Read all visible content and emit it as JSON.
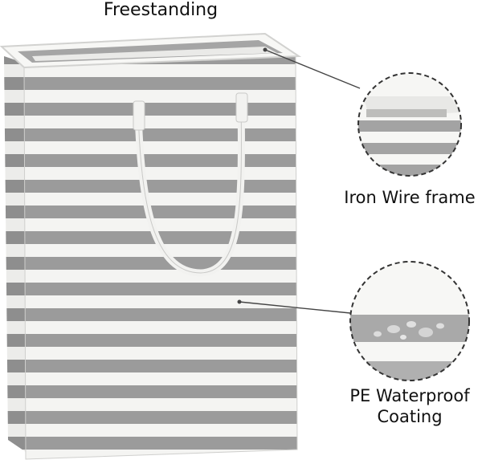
{
  "labels": {
    "freestanding": "Freestanding",
    "iron_wire_frame": "Iron Wire frame",
    "pe_waterproof_coating": "PE Waterproof\nCoating"
  },
  "colors": {
    "stripe_gray": "#9b9b9b",
    "stripe_white": "#f4f4f2",
    "rim": "#f7f7f5",
    "handle": "#f2f2f0",
    "callout_border": "#333333",
    "leader_line": "#444444",
    "droplet": "#d8d8d8"
  },
  "icons": {
    "callout_top": "iron-wire-frame-closeup",
    "callout_bottom": "waterproof-coating-closeup"
  }
}
